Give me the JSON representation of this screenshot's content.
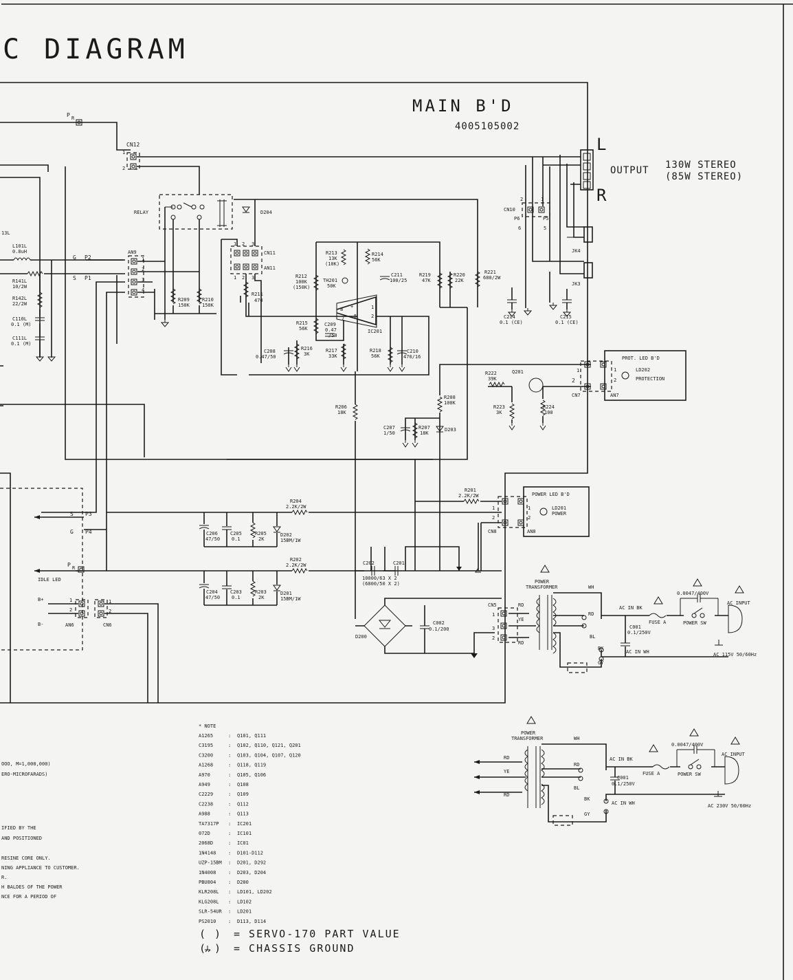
{
  "title": "C DIAGRAM",
  "board": {
    "name": "MAIN B'D",
    "part_no": "4005105002"
  },
  "output": {
    "label": "OUTPUT",
    "left": "L",
    "right": "R",
    "rating1": "130W STEREO",
    "rating2": "(85W STEREO)"
  },
  "connectors": {
    "cn12": "CN12",
    "cn10": "CN10",
    "cn7": "CN7",
    "cn5": "CN5",
    "cn6": "CN6",
    "cn8": "CN8",
    "an7": "AN7",
    "an8": "AN8",
    "an9": "AN9",
    "an6": "AN6",
    "an11": "AN11",
    "cn11": "CN11",
    "jk3": "JK3",
    "jk4": "JK4",
    "relay": "RELAY",
    "p5": "P5",
    "p6": "P6"
  },
  "left": {
    "l101l": "L101L",
    "l101l_v": "0.8uH",
    "r141l": "R141L",
    "r141l_v": "10/2W",
    "r142l": "R142L",
    "r142l_v": "22/2W",
    "c110l": "C110L",
    "c110l_v": "0.1 (M)",
    "c111l": "C111L",
    "c111l_v": "0.1 (M)",
    "l13": "13L",
    "g": "G",
    "s": "S",
    "p1": "P1",
    "p2": "P2",
    "p3": "P3",
    "p4": "P4",
    "pr": "P",
    "r": "R",
    "idle": "IDLE LED",
    "bplus": "B+",
    "bminus": "B-"
  },
  "parts": {
    "d204": "D204",
    "r209": "R209",
    "r209_v": "150K",
    "r210": "R210",
    "r210_v": "150K",
    "r211": "R211",
    "r211_v": "470",
    "r213": "R213",
    "r213_v": "13K",
    "r213_p": "(10K)",
    "r214": "R214",
    "r214_v": "56K",
    "c211": "C211",
    "c211_v": "100/25",
    "r212": "R212",
    "r212_v": "100K",
    "r212_p": "(150K)",
    "th201": "TH201",
    "th201_v": "50K",
    "r219": "R219",
    "r219_v": "47K",
    "r220": "R220",
    "r220_v": "22K",
    "r221": "R221",
    "r221_v": "680/2W",
    "c214": "C214",
    "c214_v": "0.1 (CE)",
    "c215": "C215",
    "c215_v": "0.1 (CE)",
    "r215": "R215",
    "r215_v": "56K",
    "c209": "C209",
    "c209_v": "0.47",
    "c209_v2": "/50",
    "ic201": "IC201",
    "c208": "C208",
    "c208_v": "0.47/50",
    "r216": "R216",
    "r216_v": "3K",
    "r217": "R217",
    "r217_v": "33K",
    "r218": "R218",
    "r218_v": "56K",
    "c210": "C210",
    "c210_v": "470/16",
    "r222": "R222",
    "r222_v": "39K",
    "q201": "Q201",
    "r223": "R223",
    "r223_v": "3K",
    "r224": "R224",
    "r224_v": "100",
    "r206": "R206",
    "r206_v": "18K",
    "r208": "R208",
    "r208_v": "100K",
    "c207": "C207",
    "c207_v": "1/50",
    "r207": "R207",
    "r207_v": "18K",
    "d203": "D203",
    "r204": "R204",
    "r204_v": "2.2K/2W",
    "r201": "R201",
    "r201_v": "2.2K/2W",
    "r202": "R202",
    "r202_v": "2.2K/2W",
    "c206": "C206",
    "c206_v": "47/50",
    "c205": "C205",
    "c205_v": "0.1",
    "r205": "R205",
    "r205_v": "2K",
    "d202": "D202",
    "d202_v": "15BM/1W",
    "c204": "C204",
    "c204_v": "47/50",
    "c203": "C203",
    "c203_v": "0.1",
    "r203": "R203",
    "r203_v": "2K",
    "d201": "D201",
    "d201_v": "15BM/1W",
    "c202": "C202",
    "c201": "C201",
    "c20x_v": "10000/63 X 2",
    "c20x_p": "(6800/50 X 2)",
    "d200": "D200",
    "c002": "C002",
    "c002_v": "0.1/200"
  },
  "prot": {
    "title": "PROT. LED B'D",
    "ld": "LD202",
    "label": "PROTECTION"
  },
  "power_led": {
    "title": "POWER LED B'D",
    "ld": "LD201",
    "label": "POWER"
  },
  "psu_a": {
    "title": "POWER",
    "title2": "TRANSFORMER",
    "wh": "WH",
    "rd": "RD",
    "ye": "YE",
    "bl": "BL",
    "bk": "BK",
    "gy": "GY",
    "acbk": "AC IN BK",
    "acwh": "AC IN WH",
    "fuse": "FUSE A",
    "c001": "C001",
    "c001_v": "0.1/250V",
    "cap": "0.0047/400V",
    "sw": "POWER SW",
    "input": "AC INPUT",
    "volt": "AC 115V 50/60Hz"
  },
  "psu_b": {
    "title": "POWER",
    "title2": "TRANSFORMER",
    "wh": "WH",
    "rd": "RD",
    "ye": "YE",
    "bl": "BL",
    "bk": "BK",
    "gy": "GY",
    "acbk": "AC IN BK",
    "acwh": "AC IN WH",
    "fuse": "FUSE A",
    "c001": "C001",
    "c001_v": "0.1/250V",
    "cap": "0.0047/400V",
    "sw": "POWER SW",
    "input": "AC INPUT",
    "volt": "AC 230V 50/60Hz"
  },
  "left_notes": [
    "OOO, M=1,000,000)",
    "ERO-MICROFARADS)",
    "IFIED BY THE",
    "AND POSITIONED",
    "RESINE CORE ONLY.",
    "NING APPLIANCE TO CUSTOMER.",
    "R.",
    "H BALDES OF THE POWER",
    "NCE FOR A PERIOD OF"
  ],
  "note": {
    "heading": "* NOTE",
    "rows": [
      {
        "part": "A1265",
        "refs": "Q101, Q111"
      },
      {
        "part": "C3195",
        "refs": "Q102, Q110, Q121, Q201"
      },
      {
        "part": "C3200",
        "refs": "Q103, Q104, Q107, Q120"
      },
      {
        "part": "A1268",
        "refs": "Q118, Q119"
      },
      {
        "part": "A970",
        "refs": "Q105, Q106"
      },
      {
        "part": "A949",
        "refs": "Q108"
      },
      {
        "part": "C2229",
        "refs": "Q109"
      },
      {
        "part": "C2238",
        "refs": "Q112"
      },
      {
        "part": "A988",
        "refs": "Q113"
      },
      {
        "part": "TA7317P",
        "refs": "IC201"
      },
      {
        "part": "072D",
        "refs": "IC101"
      },
      {
        "part": "2068D",
        "refs": "IC01"
      },
      {
        "part": "1N4148",
        "refs": "D101-D112"
      },
      {
        "part": "UZP-15BM",
        "refs": "D201, D292"
      },
      {
        "part": "1N4008",
        "refs": "D203, D204"
      },
      {
        "part": "PBU804",
        "refs": "D200"
      },
      {
        "part": "KLR208L",
        "refs": "LD101, LD202"
      },
      {
        "part": "KLG208L",
        "refs": "LD102"
      },
      {
        "part": "SLR-54UR",
        "refs": "LD201"
      },
      {
        "part": "PS2010",
        "refs": "D113, D114"
      }
    ]
  },
  "legend": [
    {
      "sym": "(   )",
      "text": "=  SERVO-170 PART VALUE"
    },
    {
      "sym": "(  )",
      "text": "=  CHASSIS GROUND"
    }
  ]
}
